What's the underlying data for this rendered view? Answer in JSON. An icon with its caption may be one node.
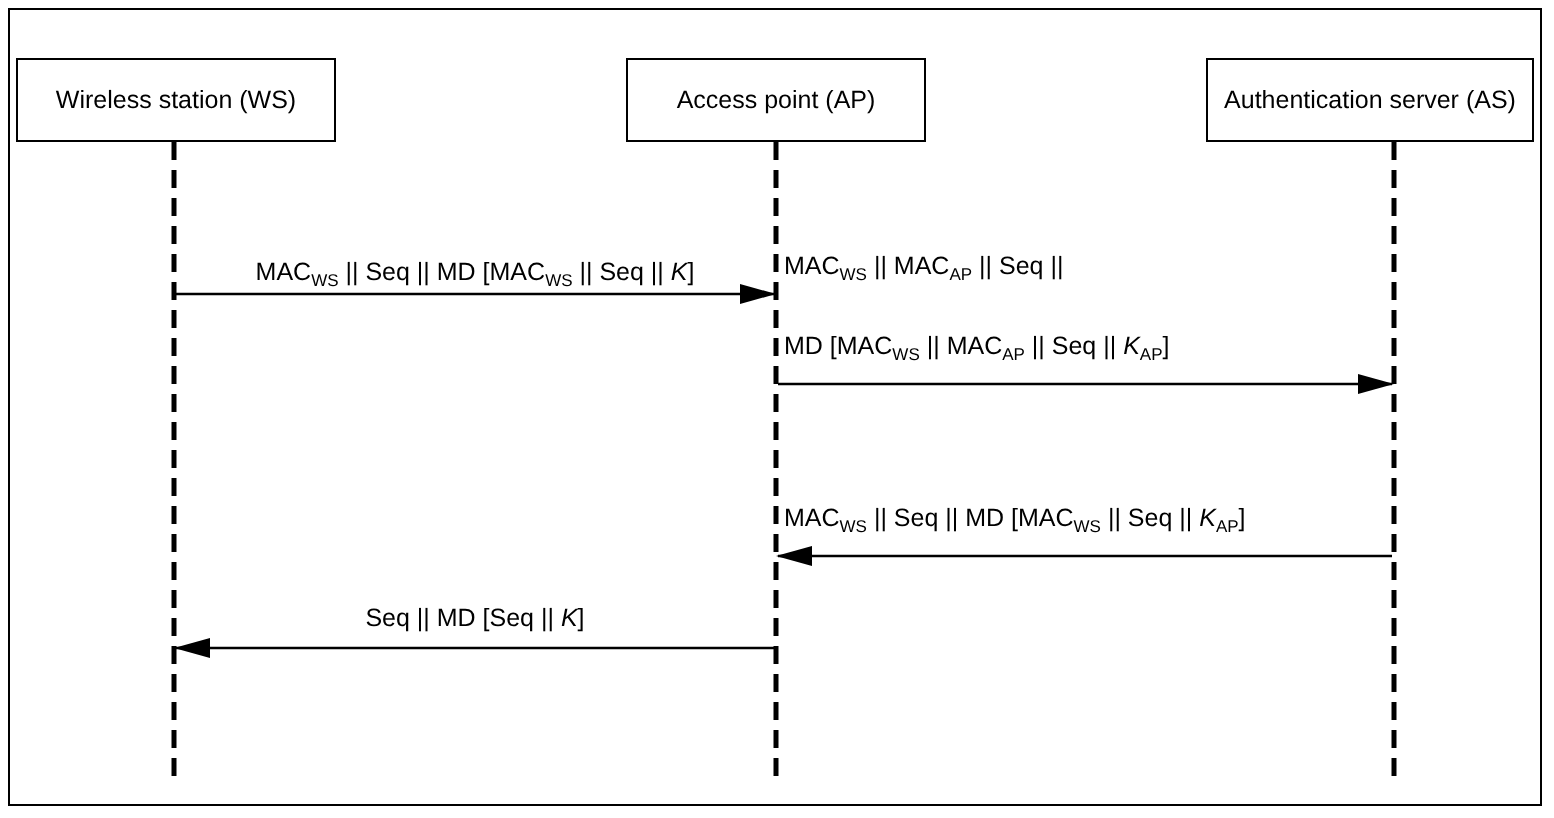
{
  "diagram": {
    "nodes": [
      {
        "text": [
          "Wireless station (WS)"
        ]
      },
      {
        "text": [
          "Access point (AP)"
        ]
      },
      {
        "text": [
          "Authentication server (AS)"
        ]
      }
    ],
    "edges": [
      {
        "from": 0,
        "to": 1,
        "arrow": "to",
        "label": "MAC$_{WS}$ || Seq || MD [MAC$_{WS}$ || Seq || *K*]"
      },
      {
        "from": 1,
        "to": 2,
        "arrow": "to",
        "label": "MAC$_{WS}$ || MAC$_{AP}$ || Seq || MD [MAC$_{WS}$ || MAC$_{AP}$ || Seq || *K*$_{AP}$]"
      },
      {
        "from": 2,
        "to": 1,
        "arrow": "to",
        "label": "MAC$_{WS}$ || Seq || MD [MAC$_{WS}$ || Seq || *K*$_{AP}$]"
      },
      {
        "from": 1,
        "to": 0,
        "arrow": "to",
        "label": "Seq || MD [Seq || *K*]"
      }
    ]
  }
}
